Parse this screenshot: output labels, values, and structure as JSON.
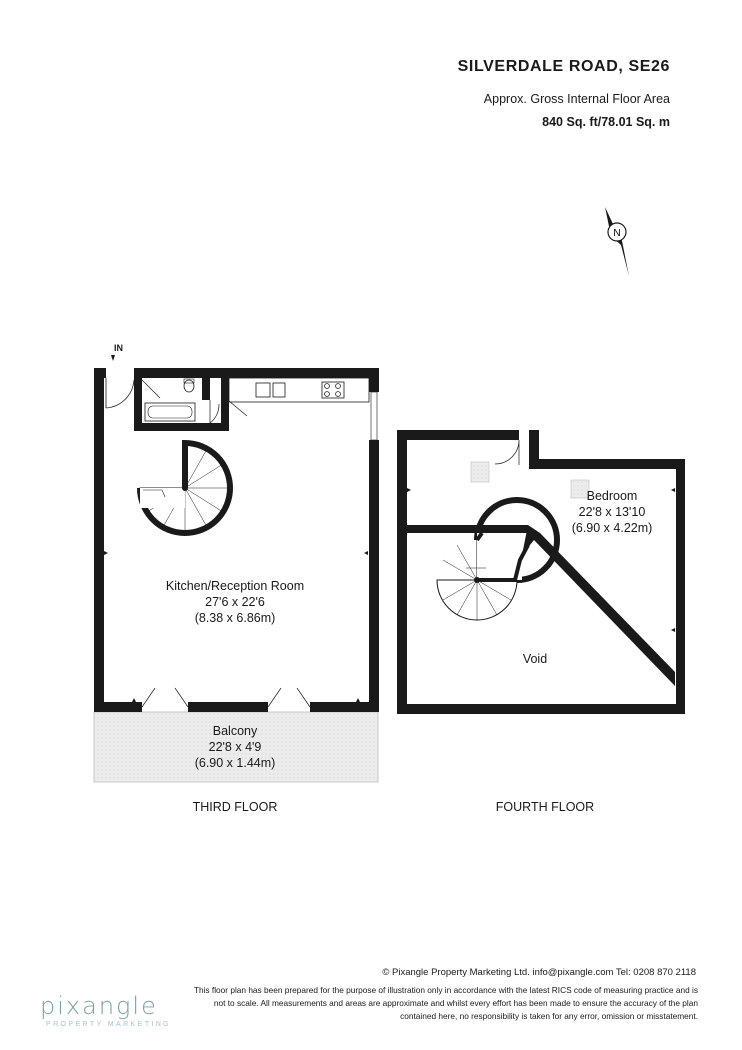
{
  "header": {
    "address": "SILVERDALE ROAD, SE26",
    "area_caption": "Approx. Gross Internal Floor Area",
    "area_value": "840 Sq. ft/78.01 Sq. m"
  },
  "compass": {
    "letter": "N"
  },
  "entrance_label": "IN",
  "third_floor": {
    "name": "THIRD FLOOR",
    "kitchen": {
      "name": "Kitchen/Reception Room",
      "imperial": "27'6 x 22'6",
      "metric": "(8.38 x 6.86m)"
    },
    "balcony": {
      "name": "Balcony",
      "imperial": "22'8 x 4'9",
      "metric": "(6.90 x 1.44m)"
    }
  },
  "fourth_floor": {
    "name": "FOURTH FLOOR",
    "bedroom": {
      "name": "Bedroom",
      "imperial": "22'8 x 13'10",
      "metric": "(6.90 x 4.22m)"
    },
    "void": {
      "name": "Void"
    }
  },
  "footer": {
    "credit": "© Pixangle Property Marketing Ltd. info@pixangle.com Tel: 0208 870 2118",
    "disclaimer_1": "This floor plan has been prepared for the purpose of illustration only in accordance with the latest RICS code of measuring practice and is",
    "disclaimer_2": "not to scale. All measurements and areas are approximate and whilst every effort has been made to ensure the accuracy of the plan",
    "disclaimer_3": "contained here, no responsibility is taken for any error, omission or misstatement.",
    "logo": "pixangle",
    "logo_sub": "PROPERTY MARKETING"
  }
}
